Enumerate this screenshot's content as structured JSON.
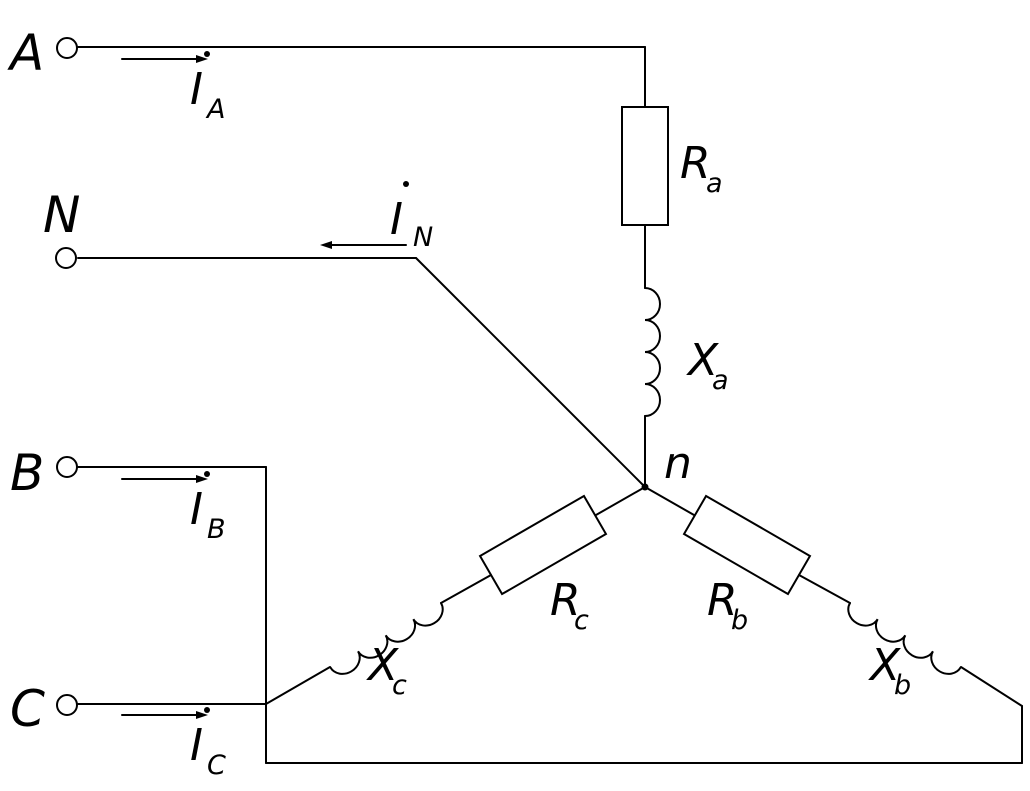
{
  "terminals": {
    "a": "A",
    "n": "N",
    "b": "B",
    "c": "C"
  },
  "currents": {
    "a": {
      "symbol": "I",
      "sub": "A"
    },
    "n": {
      "symbol": "I",
      "sub": "N"
    },
    "b": {
      "symbol": "I",
      "sub": "B"
    },
    "c": {
      "symbol": "I",
      "sub": "C"
    }
  },
  "resistors": {
    "a": {
      "symbol": "R",
      "sub": "a"
    },
    "b": {
      "symbol": "R",
      "sub": "b"
    },
    "c": {
      "symbol": "R",
      "sub": "c"
    }
  },
  "reactances": {
    "a": {
      "symbol": "X",
      "sub": "a"
    },
    "b": {
      "symbol": "X",
      "sub": "b"
    },
    "c": {
      "symbol": "X",
      "sub": "c"
    }
  },
  "node": "n"
}
